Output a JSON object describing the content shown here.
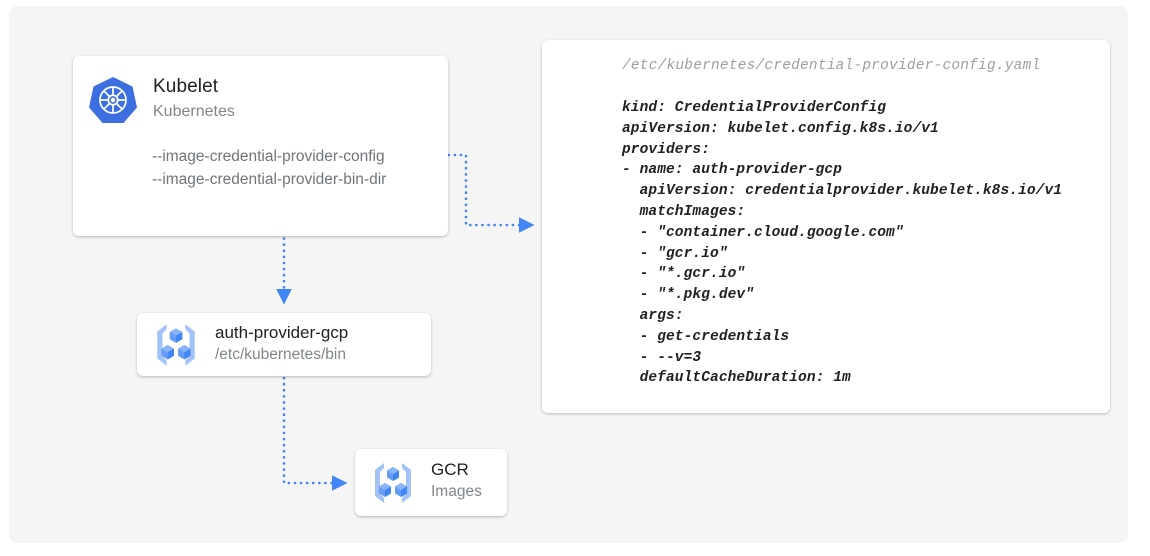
{
  "theme": {
    "canvas_bg": "#f5f5f5",
    "card_bg": "#ffffff",
    "accent_blue": "#4285f4",
    "connector_blue": "#4285f4",
    "title_color": "#202124",
    "subtitle_color": "#80868b",
    "code_color": "#202124",
    "path_color": "#9aa0a6"
  },
  "nodes": {
    "kubelet": {
      "icon": "kubernetes-logo-icon",
      "title": "Kubelet",
      "subtitle": "Kubernetes",
      "flags": [
        "--image-credential-provider-config",
        "--image-credential-provider-bin-dir"
      ]
    },
    "auth_provider": {
      "icon": "container-registry-icon",
      "title": "auth-provider-gcp",
      "subtitle": "/etc/kubernetes/bin"
    },
    "gcr": {
      "icon": "container-registry-icon",
      "title": "GCR",
      "subtitle": "Images"
    }
  },
  "yaml_card": {
    "path": "/etc/kubernetes/credential-provider-config.yaml",
    "lines": [
      "kind: CredentialProviderConfig",
      "apiVersion: kubelet.config.k8s.io/v1",
      "providers:",
      "- name: auth-provider-gcp",
      "  apiVersion: credentialprovider.kubelet.k8s.io/v1",
      "  matchImages:",
      "  - \"container.cloud.google.com\"",
      "  - \"gcr.io\"",
      "  - \"*.gcr.io\"",
      "  - \"*.pkg.dev\"",
      "  args:",
      "  - get-credentials",
      "  - --v=3",
      "  defaultCacheDuration: 1m"
    ]
  },
  "connectors": [
    {
      "name": "kubelet-to-yaml-config",
      "style": "dotted",
      "arrow": "right"
    },
    {
      "name": "kubelet-to-auth-provider",
      "style": "dotted",
      "arrow": "down"
    },
    {
      "name": "auth-provider-to-gcr",
      "style": "dotted",
      "arrow": "right"
    }
  ]
}
